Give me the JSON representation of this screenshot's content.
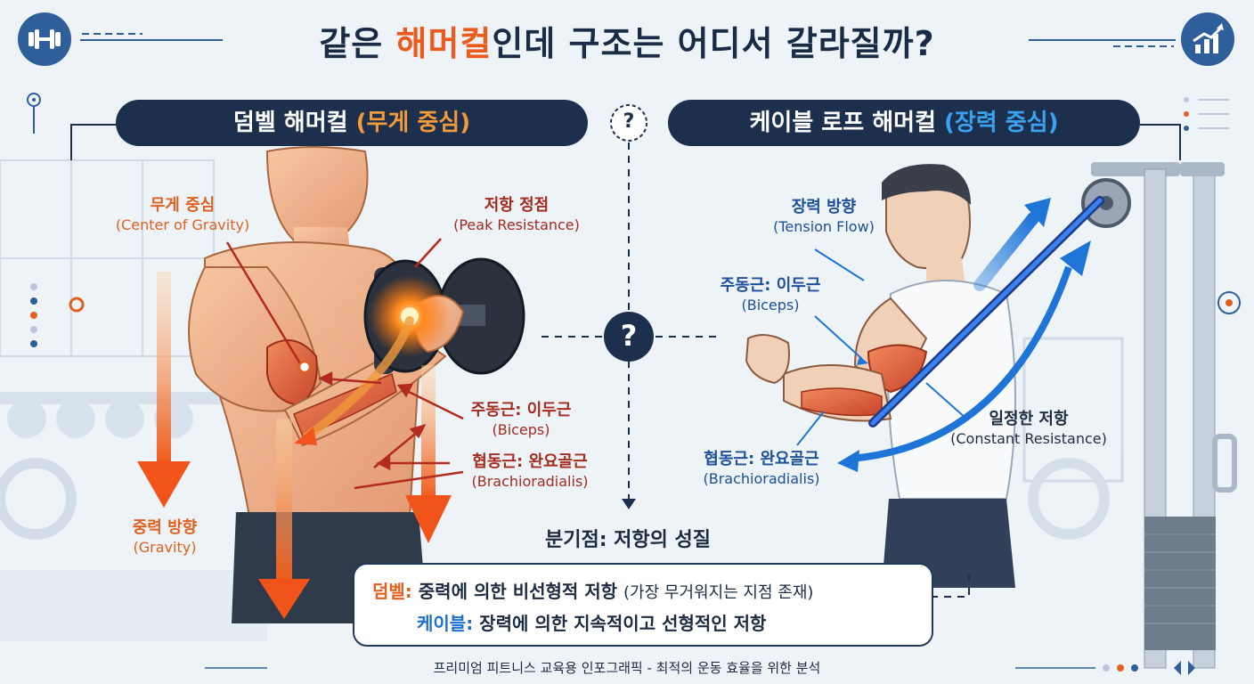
{
  "title": {
    "part1": "같은 ",
    "accent": "해머컬",
    "part2": "인데 구조는 어디서 갈라질까?"
  },
  "left_panel": {
    "title_main": "덤벨 해머컬 ",
    "title_accent": "(무게 중심)"
  },
  "right_panel": {
    "title_main": "케이블 로프 해머컬 ",
    "title_accent": "(장력 중심)"
  },
  "labels": {
    "center_of_gravity": {
      "ko": "무게 중심",
      "en": "(Center of Gravity)"
    },
    "peak_resistance": {
      "ko": "저항 정점",
      "en": "(Peak Resistance)"
    },
    "left_agonist": {
      "ko": "주동근: 이두근",
      "en": "(Biceps)"
    },
    "left_synergist": {
      "ko": "협동근: 완요골근",
      "en": "(Brachioradialis)"
    },
    "gravity": {
      "ko": "중력 방향",
      "en": "(Gravity)"
    },
    "tension_flow": {
      "ko": "장력 방향",
      "en": "(Tension Flow)"
    },
    "right_agonist": {
      "ko": "주동근: 이두근",
      "en": "(Biceps)"
    },
    "constant_resistance": {
      "ko": "일정한 저항",
      "en": "(Constant Resistance)"
    },
    "right_synergist": {
      "ko": "협동근: 완요골근",
      "en": "(Brachioradialis)"
    }
  },
  "question_mark": "?",
  "branch_point": "분기점: 저항의 성질",
  "summary": {
    "dumbbell_key": "덤벨:",
    "dumbbell_text": " 중력에 의한 비선형적 저항 ",
    "dumbbell_note": "(가장 무거워지는 지점 존재)",
    "cable_key": "케이블:",
    "cable_text": " 장력에 의한 지속적이고 선형적인 저항"
  },
  "footer": "프리미엄 피트니스 교육용 인포그래픽 - 최적의 운동 효율을 위한 분석",
  "icons": {
    "top_left": "dumbbell-icon",
    "top_right": "growth-chart-icon"
  },
  "colors": {
    "orange": "#ea5b1c",
    "navy": "#1c2f4c",
    "blue": "#1d6fd0",
    "red": "#a42b1e"
  }
}
